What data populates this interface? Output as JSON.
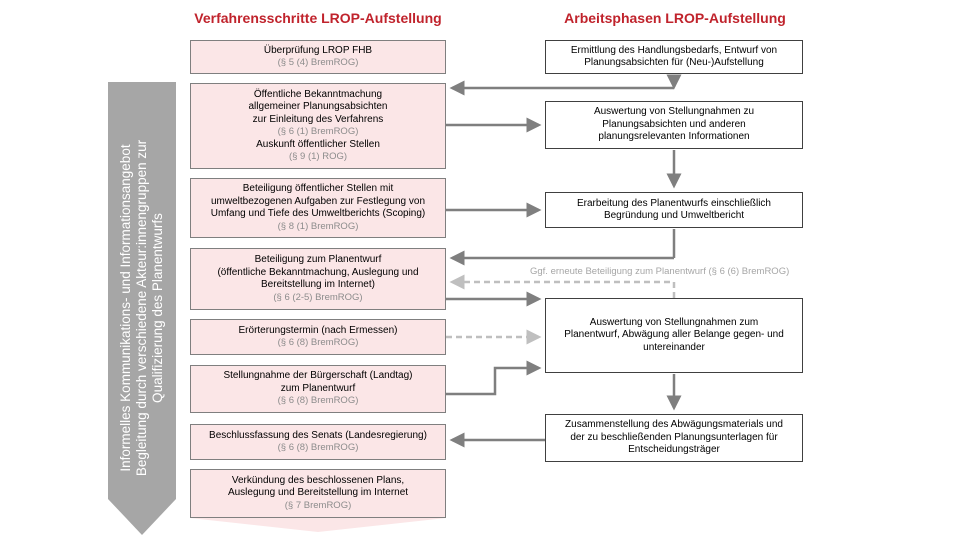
{
  "headers": {
    "left": "Verfahrensschritte LROP-Aufstellung",
    "right": "Arbeitsphasen LROP-Aufstellung"
  },
  "side_label": {
    "line1": "Informelles Kommunikations- und Informationsangebot",
    "line2": "Begleitung durch verschiedene Akteur:innengruppen zur",
    "line3": "Qualifizierung des Planentwurfs"
  },
  "steps": [
    {
      "lines": [
        "Überprüfung LROP FHB"
      ],
      "ref": "(§ 5 (4) BremROG)"
    },
    {
      "lines": [
        "Öffentliche Bekanntmachung",
        "allgemeiner Planungsabsichten",
        "zur Einleitung des Verfahrens"
      ],
      "ref": "(§ 6 (1) BremROG)",
      "lines2": [
        "Auskunft öffentlicher Stellen"
      ],
      "ref2": "(§ 9 (1) ROG)"
    },
    {
      "lines": [
        "Beteiligung öffentlicher Stellen mit",
        "umweltbezogenen Aufgaben zur Festlegung von",
        "Umfang und Tiefe des Umweltberichts (Scoping)"
      ],
      "ref": "(§ 8 (1) BremROG)"
    },
    {
      "lines": [
        "Beteiligung zum Planentwurf",
        "(öffentliche Bekanntmachung, Auslegung und",
        "Bereitstellung im Internet)"
      ],
      "ref": "(§ 6 (2-5) BremROG)"
    },
    {
      "lines": [
        "Erörterungstermin (nach Ermessen)"
      ],
      "ref": "(§ 6 (8) BremROG)"
    },
    {
      "lines": [
        "Stellungnahme der Bürgerschaft (Landtag)",
        "zum Planentwurf"
      ],
      "ref": "(§ 6 (8) BremROG)"
    },
    {
      "lines": [
        "Beschlussfassung des Senats (Landesregierung)"
      ],
      "ref": "(§ 6 (8) BremROG)"
    },
    {
      "lines": [
        "Verkündung des beschlossenen Plans,",
        "Auslegung und Bereitstellung im Internet"
      ],
      "ref": "(§ 7 BremROG)"
    }
  ],
  "phases": [
    {
      "lines": [
        "Ermittlung des Handlungsbedarfs, Entwurf von",
        "Planungsabsichten für (Neu-)Aufstellung"
      ]
    },
    {
      "lines": [
        "Auswertung von Stellungnahmen zu",
        "Planungsabsichten und anderen",
        "planungsrelevanten Informationen"
      ]
    },
    {
      "lines": [
        "Erarbeitung des Planentwurfs einschließlich",
        "Begründung und Umweltbericht"
      ]
    },
    {
      "lines": [
        "Auswertung von Stellungnahmen zum",
        "Planentwurf, Abwägung aller Belange gegen- und",
        "untereinander"
      ]
    },
    {
      "lines": [
        "Zusammenstellung des Abwägungsmaterials und",
        "der zu beschließenden Planungsunterlagen für",
        "Entscheidungsträger"
      ]
    }
  ],
  "optional_note": "Ggf. erneute Beteiligung zum Planentwurf  (§ 6 (6) BremROG)",
  "colors": {
    "header": "#c0232c",
    "step_fill": "#fbe6e7",
    "arrow_solid": "#7f7f7f",
    "arrow_dashed": "#bfbfbf",
    "side_arrow": "#a6a6a6"
  }
}
